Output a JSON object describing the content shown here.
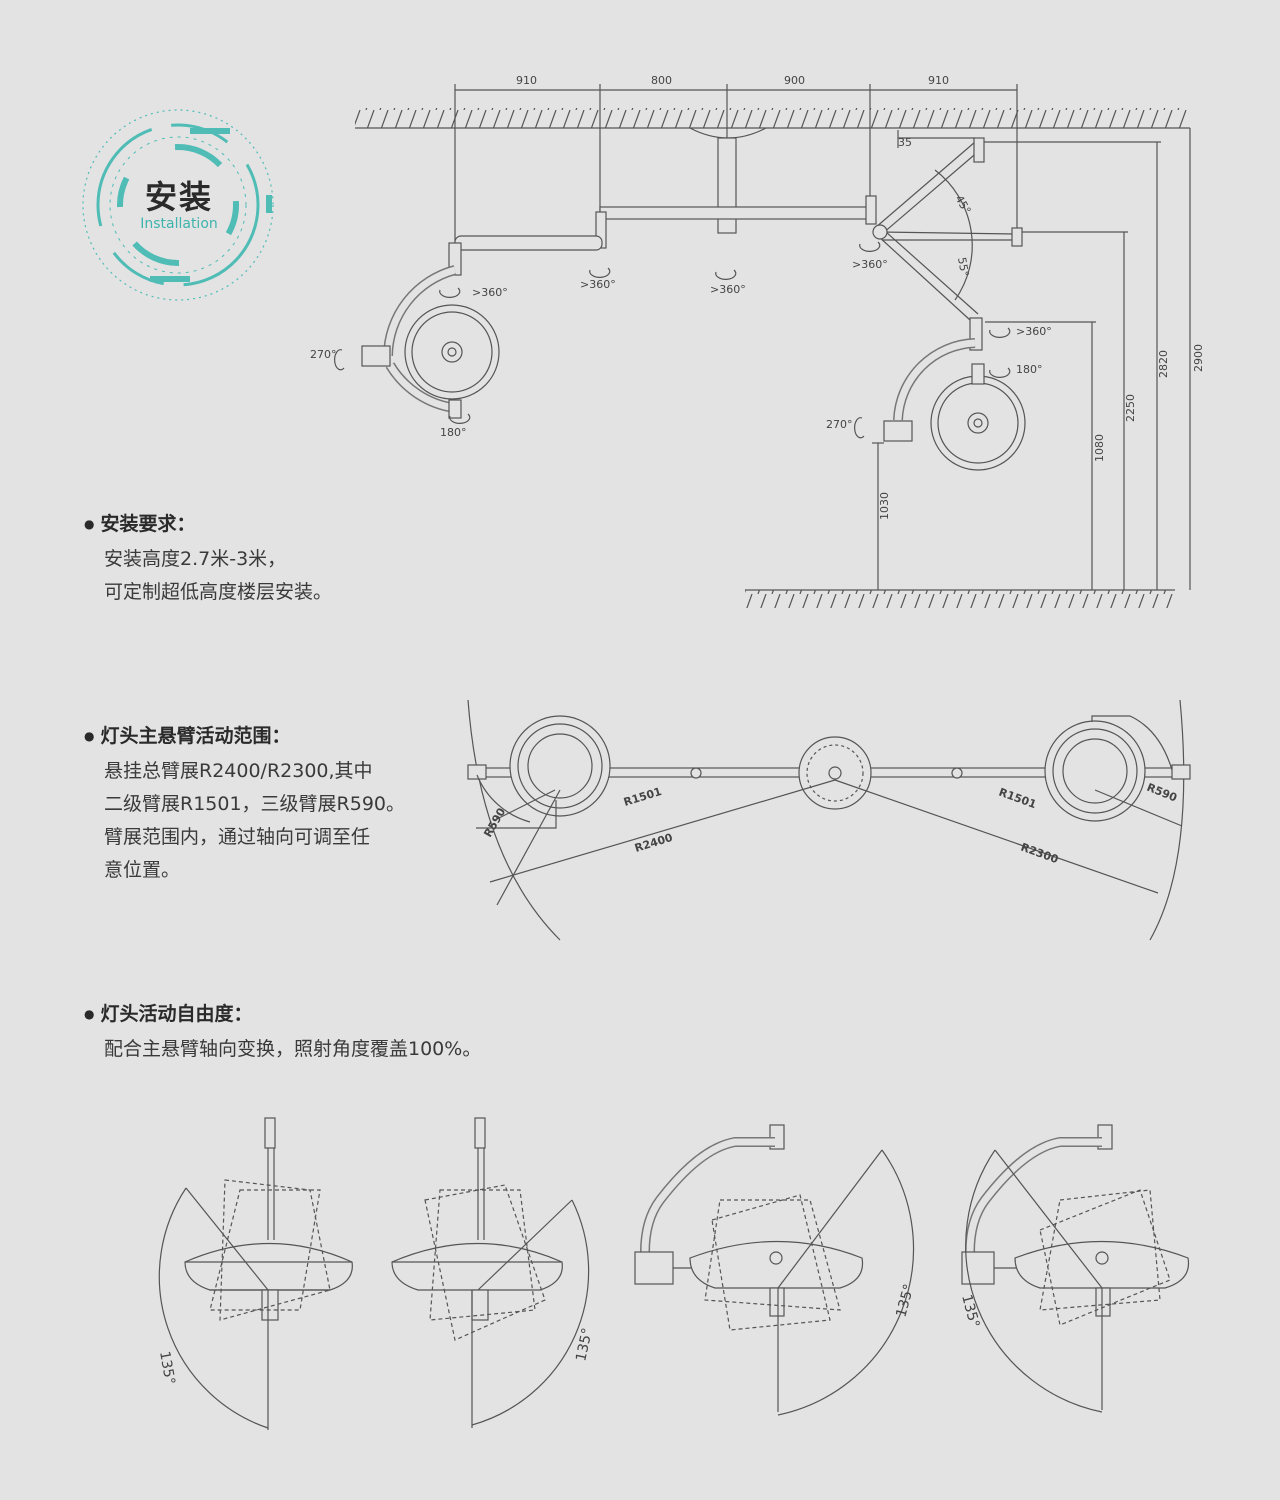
{
  "badge": {
    "title": "安装",
    "subtitle": "Installation",
    "accent": "#4fbcb6"
  },
  "install_diagram": {
    "top_dims": [
      "910",
      "800",
      "900",
      "910"
    ],
    "rotations": [
      ">360°",
      ">360°",
      ">360°",
      ">360°",
      ">360°",
      "270°",
      "180°",
      "180°",
      "270°"
    ],
    "angles": [
      "45°",
      "55°"
    ],
    "small_dim": "35",
    "heights": [
      "1030",
      "1080",
      "2250",
      "2820",
      "2900"
    ]
  },
  "section1": {
    "heading": "安装要求：",
    "lines": [
      "安装高度2.7米-3米，",
      "可定制超低高度楼层安装。"
    ]
  },
  "section2": {
    "heading": "灯头主悬臂活动范围：",
    "lines": [
      "悬挂总臂展R2400/R2300,其中",
      "二级臂展R1501，三级臂展R590。",
      "臂展范围内，通过轴向可调至任",
      "意位置。"
    ]
  },
  "range_diagram": {
    "labels": [
      "R590",
      "R1501",
      "R2400",
      "R1501",
      "R2300",
      "R590"
    ]
  },
  "section3": {
    "heading": "灯头活动自由度：",
    "lines": [
      "配合主悬臂轴向变换，照射角度覆盖100%。"
    ]
  },
  "angle_diagram": {
    "labels": [
      "135°",
      "135°",
      "135°",
      "135°"
    ]
  }
}
